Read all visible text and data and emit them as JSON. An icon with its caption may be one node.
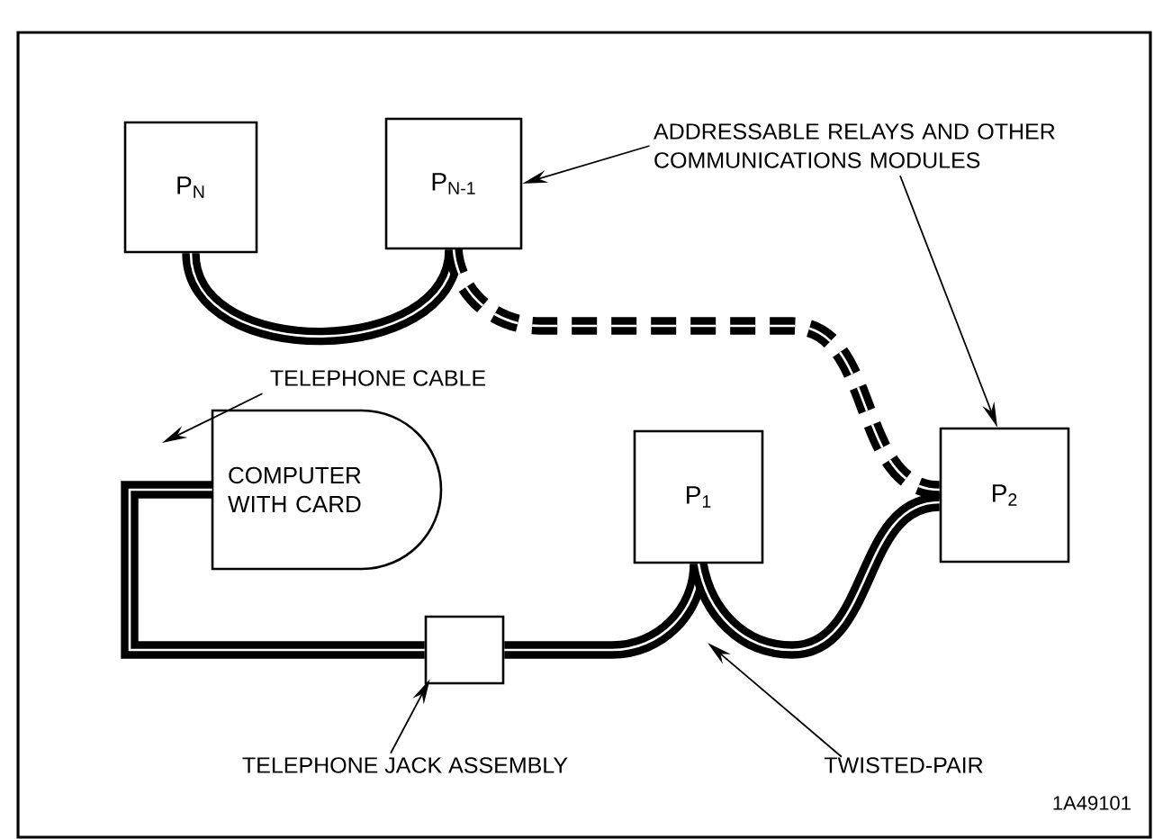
{
  "diagram": {
    "nodes": [
      {
        "text": [
          "P$_{N}$"
        ]
      },
      {
        "text": [
          "P$_{N-1}$"
        ]
      },
      {
        "text": [
          "COMPUTER WITH CARD"
        ]
      },
      {
        "text": [
          "P$_{1}$"
        ]
      },
      {
        "text": [
          "P$_{2}$"
        ]
      },
      {
        "text": [],
        "shape": "box"
      },
      {
        "text": [
          "ADDRESSABLE RELAYS AND OTHER COMMUNICATIONS MODULES"
        ]
      },
      {
        "text": [
          "TELEPHONE CABLE"
        ]
      },
      {
        "text": [
          "TELEPHONE JACK ASSEMBLY"
        ]
      },
      {
        "text": [
          "TWISTED-PAIR"
        ]
      }
    ],
    "edges": [
      {
        "from": 0,
        "to": 1,
        "arrow": "none",
        "style": "thick"
      },
      {
        "from": 1,
        "to": 4,
        "arrow": "none",
        "style": "dashed"
      },
      {
        "from": 2,
        "to": 5,
        "arrow": "none",
        "style": "thick"
      },
      {
        "from": 5,
        "to": 3,
        "arrow": "none",
        "style": "thick"
      },
      {
        "from": 3,
        "to": 4,
        "arrow": "none",
        "style": "thick"
      },
      {
        "from": 6,
        "to": 1,
        "arrow": "to"
      },
      {
        "from": 6,
        "to": 4,
        "arrow": "to"
      },
      {
        "from": 7,
        "to": null,
        "arrow": "to"
      },
      {
        "from": 8,
        "to": 5,
        "arrow": "to"
      },
      {
        "from": 9,
        "to": null,
        "arrow": "to"
      }
    ],
    "labels": [
      "1A49101"
    ]
  }
}
